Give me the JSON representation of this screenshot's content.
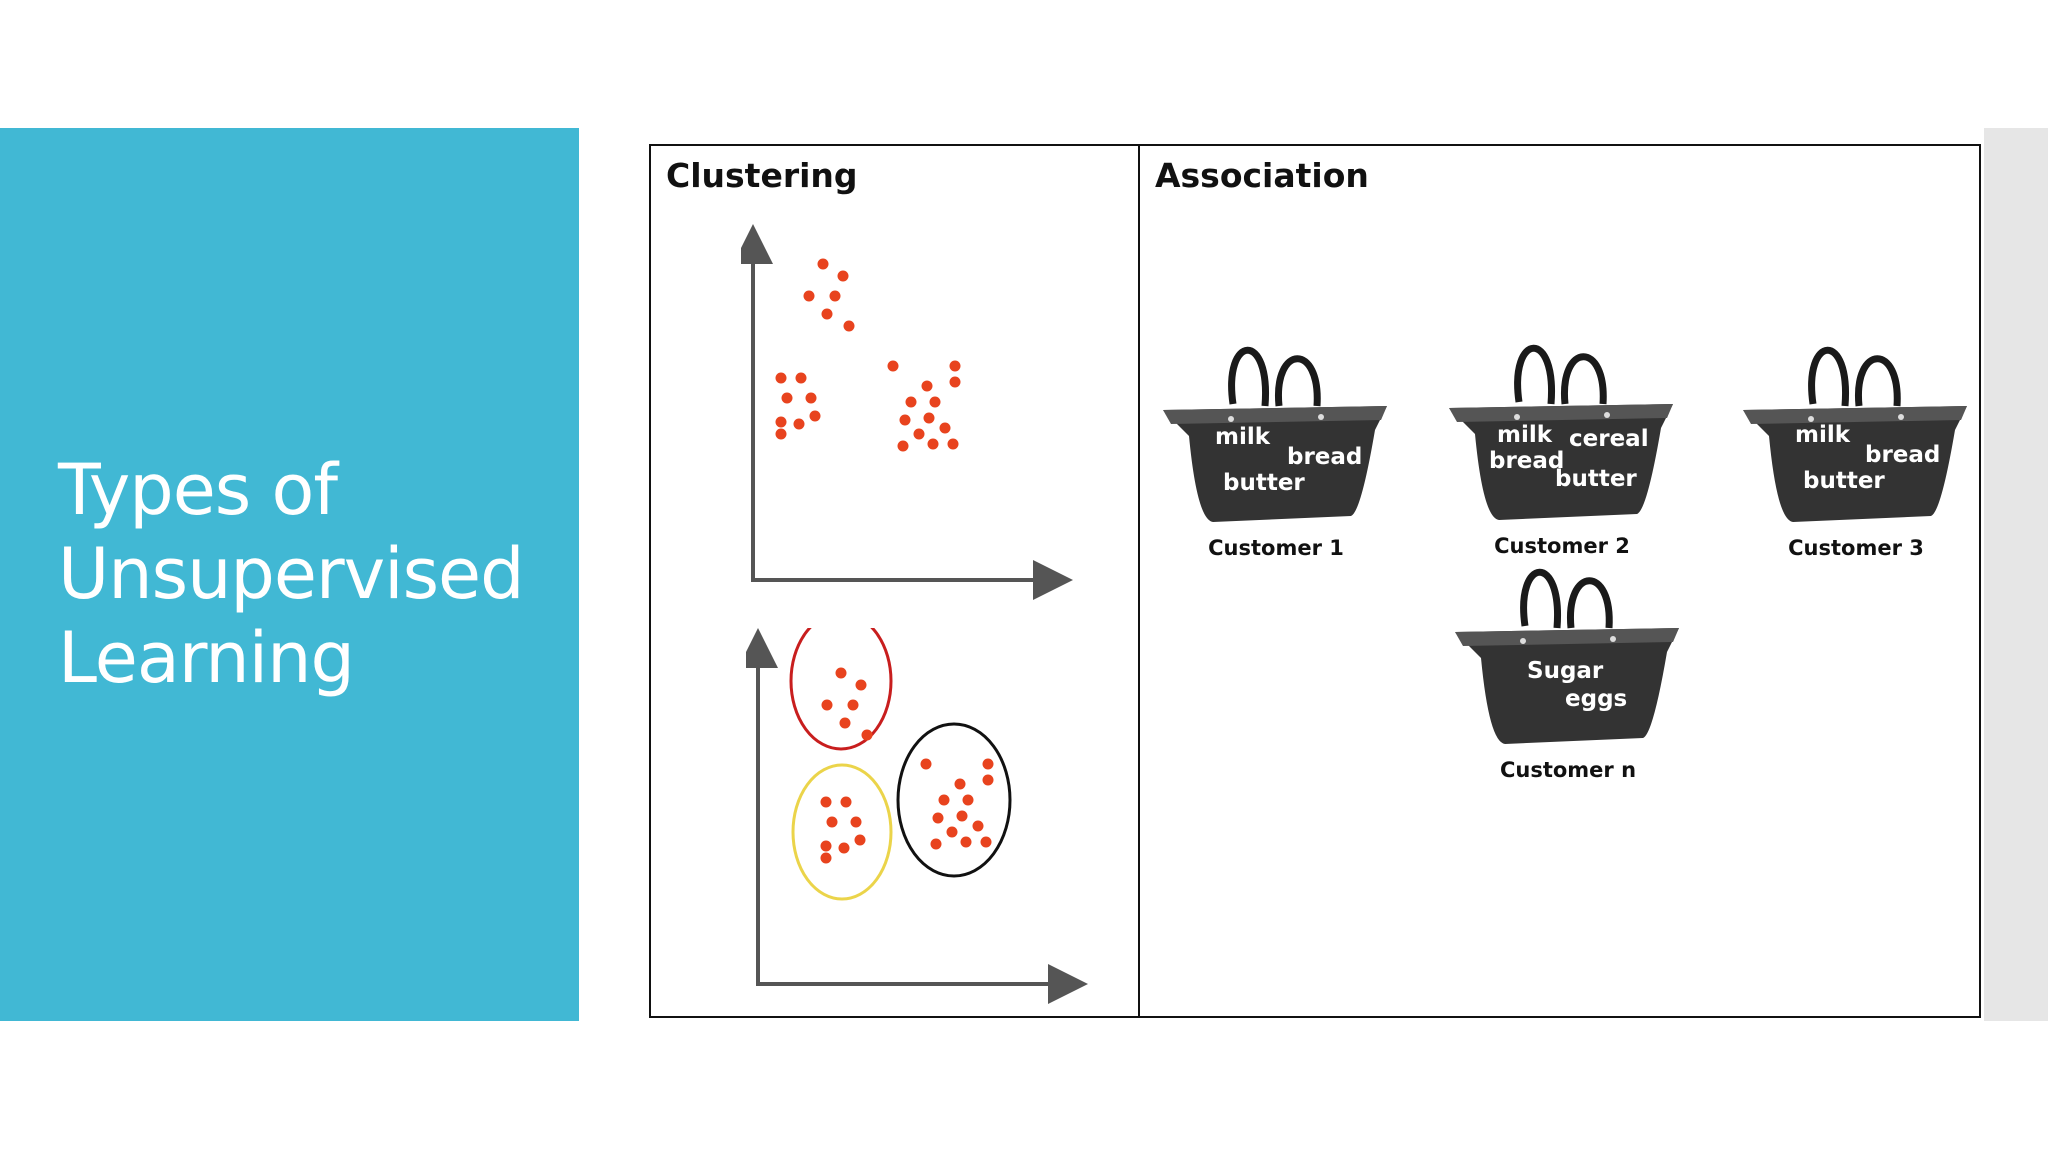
{
  "slide": {
    "title": "Types of Unsupervised Learning",
    "colors": {
      "panel": "#41B8D4",
      "title_text": "#FFFFFF",
      "strip": "#E6E6E6",
      "dot": "#E8431E"
    }
  },
  "clustering": {
    "label": "Clustering",
    "ring_colors": [
      "#C81E1E",
      "#111111",
      "#EBD44A"
    ],
    "clusters": [
      {
        "ring": 0,
        "pts": [
          [
            0,
            0
          ],
          [
            20,
            12
          ],
          [
            -14,
            32
          ],
          [
            12,
            32
          ],
          [
            4,
            50
          ],
          [
            26,
            62
          ]
        ]
      },
      {
        "ring": 1,
        "pts": [
          [
            -28,
            -28
          ],
          [
            6,
            -8
          ],
          [
            34,
            -12
          ],
          [
            -10,
            8
          ],
          [
            14,
            8
          ],
          [
            -16,
            26
          ],
          [
            8,
            24
          ],
          [
            24,
            34
          ],
          [
            34,
            -28
          ],
          [
            -2,
            40
          ],
          [
            -18,
            52
          ],
          [
            12,
            50
          ],
          [
            32,
            50
          ]
        ]
      },
      {
        "ring": 2,
        "pts": [
          [
            -16,
            -22
          ],
          [
            4,
            -22
          ],
          [
            -10,
            -2
          ],
          [
            14,
            -2
          ],
          [
            18,
            16
          ],
          [
            -16,
            22
          ],
          [
            2,
            24
          ],
          [
            -16,
            34
          ]
        ]
      }
    ]
  },
  "association": {
    "label": "Association",
    "baskets": [
      {
        "customer": "Customer 1",
        "items": [
          "milk",
          "bread",
          "butter"
        ]
      },
      {
        "customer": "Customer 2",
        "items": [
          "milk",
          "cereal",
          "bread",
          "butter"
        ]
      },
      {
        "customer": "Customer 3",
        "items": [
          "milk",
          "bread",
          "butter"
        ]
      },
      {
        "customer": "Customer n",
        "items": [
          "Sugar",
          "eggs"
        ]
      }
    ]
  }
}
